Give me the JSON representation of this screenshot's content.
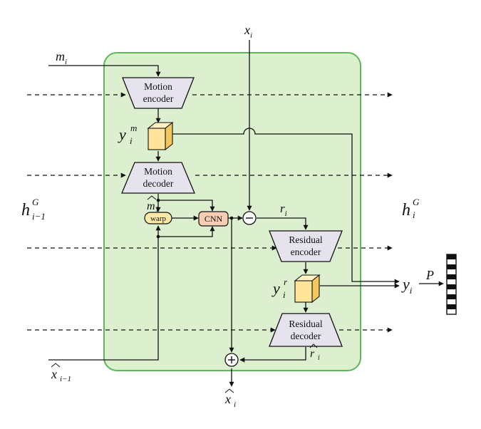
{
  "colors": {
    "panel_fill": "#dcefcf",
    "panel_stroke": "#5cb85c",
    "block_fill": "#e6e3ef",
    "latent_fill": "#ffe49a",
    "latent_side": "#f2c85c",
    "cnn_fill": "#f7cdb4",
    "warp_fill": "#fde8a6",
    "ink": "#111111"
  },
  "icons": {
    "latent_cube": "cube",
    "subtract_node": "circle-minus",
    "add_node": "circle-plus",
    "bitstream": "checker-bar"
  },
  "labels": {
    "x_i": {
      "base": "x",
      "sub": "i"
    },
    "m_i": {
      "base": "m",
      "sub": "i"
    },
    "h_prev": {
      "base": "h",
      "sup": "G",
      "sub": "i−1"
    },
    "h_curr": {
      "base": "h",
      "sup": "G",
      "sub": "i"
    },
    "y_m": {
      "base": "y",
      "sup": "m",
      "sub": "i"
    },
    "m_hat": {
      "base": "m",
      "sub": "i"
    },
    "r_i": {
      "base": "r",
      "sub": "i"
    },
    "y_r": {
      "base": "y",
      "sup": "r",
      "sub": "i"
    },
    "y_i": {
      "base": "y",
      "sub": "i"
    },
    "P": "P",
    "r_hat": {
      "base": "r",
      "sub": "i"
    },
    "x_hat_prev": {
      "base": "x",
      "sub": "i−1"
    },
    "x_hat": {
      "base": "x",
      "sub": "i"
    }
  },
  "blocks": {
    "motion_encoder": [
      "Motion",
      "encoder"
    ],
    "motion_decoder": [
      "Motion",
      "decoder"
    ],
    "residual_encoder": [
      "Residual",
      "encoder"
    ],
    "residual_decoder": [
      "Residual",
      "decoder"
    ],
    "warp": "warp",
    "cnn": "CNN"
  }
}
